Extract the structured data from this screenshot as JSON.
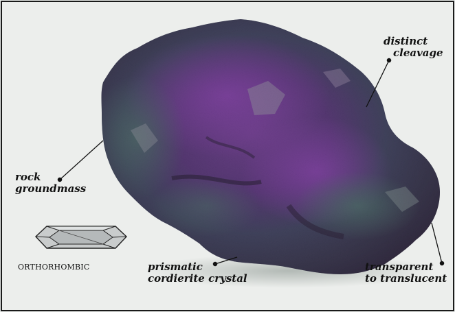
{
  "labels": {
    "cleavage": [
      "distinct",
      "cleavage"
    ],
    "groundmass": [
      "rock",
      "groundmass"
    ],
    "prismatic": [
      "prismatic",
      "cordierite crystal"
    ],
    "transparent": [
      "transparent",
      "to translucent"
    ],
    "crystal_system": "ORTHORHOMBIC"
  },
  "icons": {
    "crystal": "orthorhombic-crystal-icon",
    "specimen": "cordierite-specimen-image"
  },
  "colors": {
    "background": "#e9ecea",
    "frame": "#1a1a1a",
    "rock_purple": "#5b2f7a",
    "rock_green": "#2f5a4a",
    "rock_dark": "#1d1e2a"
  }
}
